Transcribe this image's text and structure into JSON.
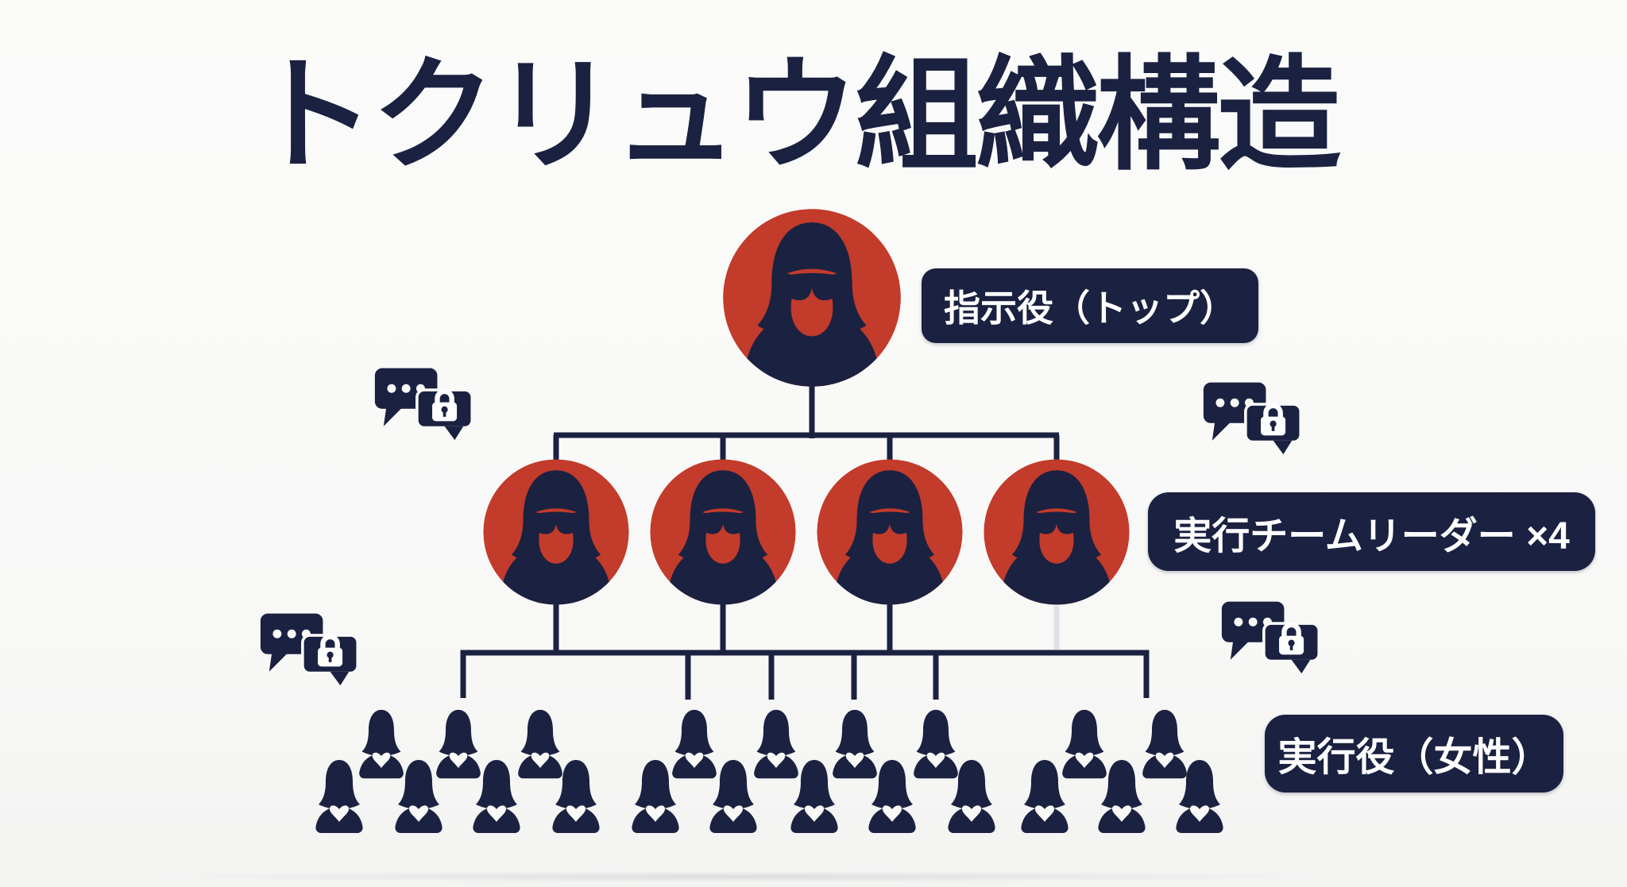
{
  "title": "トクリュウ組織構造",
  "labels": {
    "top_role": "指示役（トップ）",
    "leader_role": "実行チームリーダー ×4",
    "executor_role": "実行役（女性）"
  },
  "structure": {
    "top_count": 1,
    "leader_count": 4,
    "executor_clusters": [
      7,
      8,
      6
    ],
    "executor_total": 21
  },
  "icons": {
    "encrypted_chat": "speech-bubbles-with-ellipsis-and-padlock",
    "encrypted_chat_count": 4
  },
  "colors": {
    "navy": "#1b2140",
    "red": "#c23b2b",
    "background": "#f9f9f8",
    "badge_text": "#ffffff",
    "faded_line": "#dfe1e6"
  }
}
